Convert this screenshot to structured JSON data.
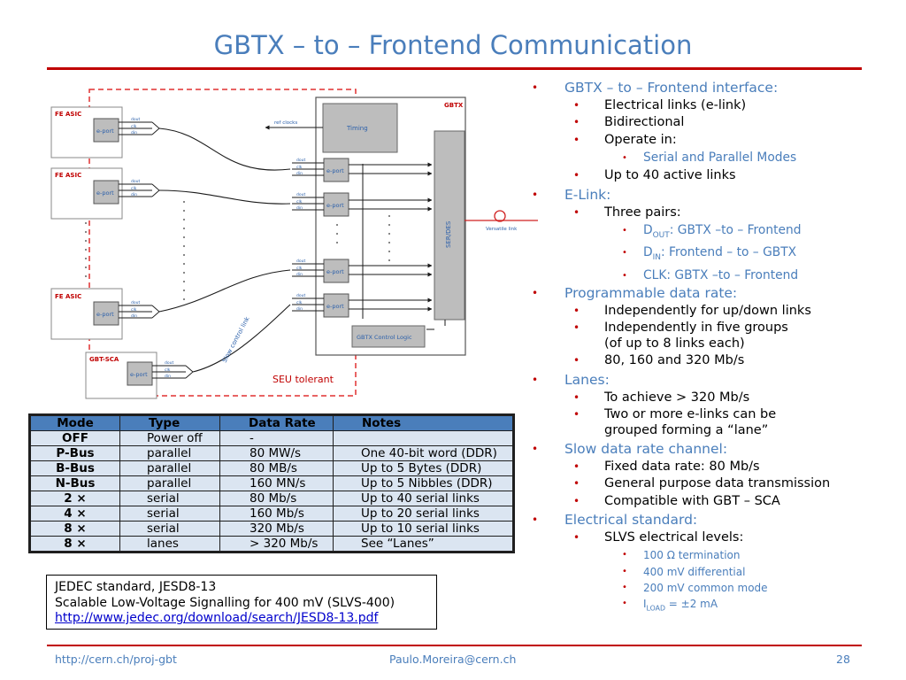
{
  "title": "GBTX – to – Frontend Communication",
  "colors": {
    "title": "#4a7ebb",
    "rule": "#c00000",
    "table_header": "#4a7ebb",
    "table_cell": "#dbe5f1"
  },
  "diagram": {
    "fe_asic_label": "FE ASIC",
    "eport_label": "e-port",
    "gbt_sca_label": "GBT-SCA",
    "gbtx_label": "GBTX",
    "timing_label": "Timing",
    "ref_clocks_label": "ref clocks",
    "serdes_label": "SER/DES",
    "versatile_link_label": "Versatile link",
    "control_logic_label": "GBTX Control Logic",
    "slow_control_label": "Slow control link",
    "seu_label": "SEU tolerant",
    "sig_dout": "dout",
    "sig_clk": "clk",
    "sig_din": "din"
  },
  "bullets": [
    {
      "text": "GBTX – to – Frontend interface:",
      "children": [
        {
          "text": "Electrical links (e-link)"
        },
        {
          "text": "Bidirectional"
        },
        {
          "text": "Operate in:",
          "children": [
            {
              "text": "Serial and Parallel Modes"
            }
          ]
        },
        {
          "text": "Up to 40 active links"
        }
      ]
    },
    {
      "text": "E-Link:",
      "children": [
        {
          "text": "Three pairs:",
          "children": [
            {
              "pre": "D",
              "sub": "OUT",
              "post": ": GBTX –to – Frontend"
            },
            {
              "pre": "D",
              "sub": "IN",
              "post": ": Frontend – to – GBTX"
            },
            {
              "text": "CLK: GBTX –to – Frontend"
            }
          ]
        }
      ]
    },
    {
      "text": "Programmable data rate:",
      "children": [
        {
          "text": "Independently for up/down links"
        },
        {
          "text": "Independently in five groups",
          "line2": "(of up to 8 links each)"
        },
        {
          "text": "80, 160 and 320 Mb/s"
        }
      ]
    },
    {
      "text": "Lanes:",
      "children": [
        {
          "text": "To achieve > 320 Mb/s"
        },
        {
          "text": "Two or more e-links can be",
          "line2": "grouped forming a “lane”"
        }
      ]
    },
    {
      "text": "Slow data rate channel:",
      "children": [
        {
          "text": "Fixed data rate: 80 Mb/s"
        },
        {
          "text": "General purpose data transmission"
        },
        {
          "text": "Compatible with GBT – SCA"
        }
      ]
    },
    {
      "text": "Electrical standard:",
      "children": [
        {
          "text": "SLVS electrical levels:",
          "children": [
            {
              "text": "100 Ω termination"
            },
            {
              "text": "400 mV differential"
            },
            {
              "text": "200 mV common mode"
            },
            {
              "pre": "I",
              "sub": "LOAD",
              "post": " = ±2 mA"
            }
          ]
        }
      ]
    }
  ],
  "table": {
    "headers": [
      "Mode",
      "Type",
      "Data Rate",
      "Notes"
    ],
    "rows": [
      [
        "OFF",
        "Power off",
        "-",
        ""
      ],
      [
        "P-Bus",
        "parallel",
        "80 MW/s",
        "One 40-bit word (DDR)"
      ],
      [
        "B-Bus",
        "parallel",
        "80 MB/s",
        "Up to 5 Bytes (DDR)"
      ],
      [
        "N-Bus",
        "parallel",
        "160 MN/s",
        "Up to 5 Nibbles (DDR)"
      ],
      [
        "2 ×",
        "serial",
        "80 Mb/s",
        "Up to 40 serial links"
      ],
      [
        "4 ×",
        "serial",
        "160 Mb/s",
        "Up to 20 serial links"
      ],
      [
        "8 ×",
        "serial",
        "320 Mb/s",
        "Up to 10 serial links"
      ],
      [
        "8 ×",
        "lanes",
        "> 320 Mb/s",
        "See “Lanes”"
      ]
    ]
  },
  "note": {
    "line1": "JEDEC standard, JESD8-13",
    "line2": "Scalable Low-Voltage Signalling for 400 mV (SLVS-400)",
    "link": "http://www.jedec.org/download/search/JESD8-13.pdf"
  },
  "footer": {
    "left": "http://cern.ch/proj-gbt",
    "center": "Paulo.Moreira@cern.ch",
    "page": "28"
  }
}
